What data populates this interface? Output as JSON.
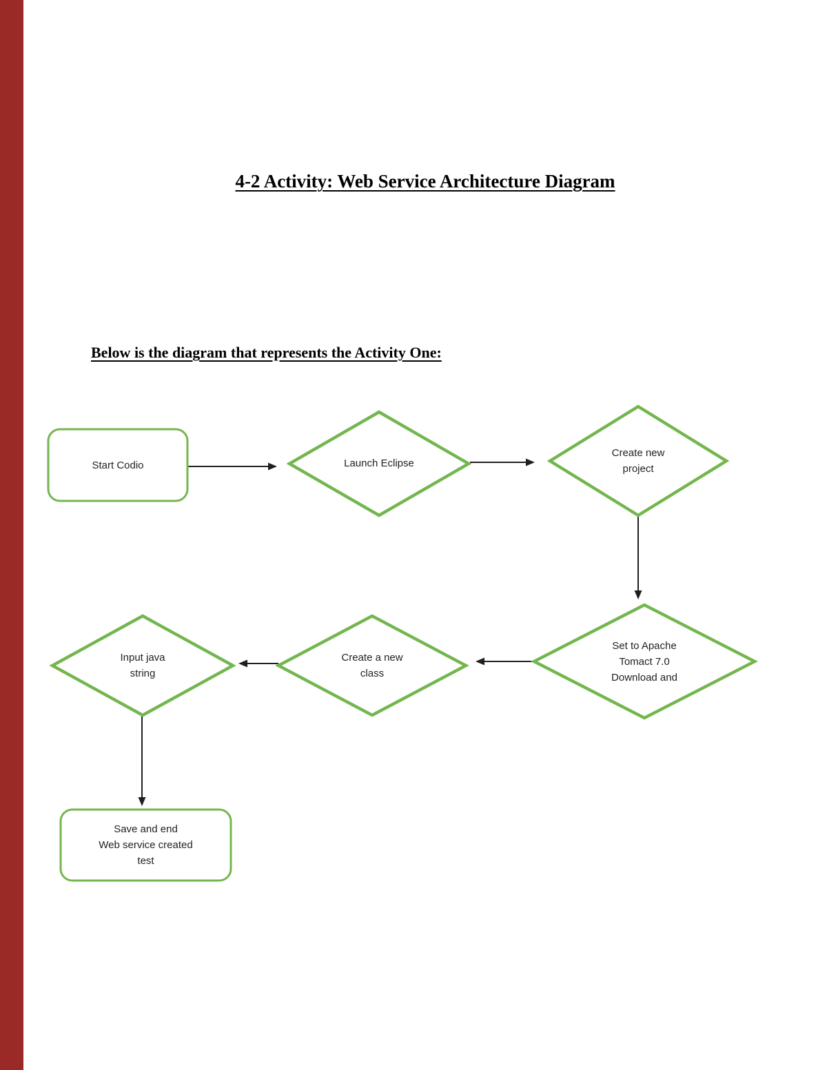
{
  "page": {
    "title": "4-2 Activity: Web Service Architecture Diagram",
    "subtitle": "Below is the diagram that represents the Activity One:"
  },
  "colors": {
    "shape_border": "#74B64E",
    "arrow": "#1f1f1f",
    "left_bar": "#9A2A25",
    "text": "#1f1f1f",
    "background": "#ffffff"
  },
  "diagram": {
    "nodes": [
      {
        "id": "start",
        "type": "rounded-rect",
        "label": "Start Codio",
        "lines": [
          "Start Codio"
        ]
      },
      {
        "id": "launch-eclipse",
        "type": "diamond",
        "label": "Launch Eclipse",
        "lines": [
          "Launch Eclipse"
        ]
      },
      {
        "id": "create-new-project",
        "type": "diamond",
        "label": "Create new project",
        "lines": [
          "Create new",
          "project"
        ]
      },
      {
        "id": "set-apache",
        "type": "diamond",
        "label": "Set to Apache Tomact 7.0 Download and",
        "lines": [
          "Set to Apache",
          "Tomact 7.0",
          "Download and"
        ]
      },
      {
        "id": "create-new-class",
        "type": "diamond",
        "label": "Create a new class",
        "lines": [
          "Create a new",
          "class"
        ]
      },
      {
        "id": "input-java",
        "type": "diamond",
        "label": "Input java string",
        "lines": [
          "Input java",
          "string"
        ]
      },
      {
        "id": "save-end",
        "type": "rounded-rect",
        "label": "Save and end Web service created test",
        "lines": [
          "Save and end",
          "Web service created",
          "test"
        ]
      }
    ],
    "edges": [
      {
        "from": "start",
        "to": "launch-eclipse",
        "direction": "right"
      },
      {
        "from": "launch-eclipse",
        "to": "create-new-project",
        "direction": "right"
      },
      {
        "from": "create-new-project",
        "to": "set-apache",
        "direction": "down"
      },
      {
        "from": "set-apache",
        "to": "create-new-class",
        "direction": "left"
      },
      {
        "from": "create-new-class",
        "to": "input-java",
        "direction": "left"
      },
      {
        "from": "input-java",
        "to": "save-end",
        "direction": "down"
      }
    ]
  }
}
